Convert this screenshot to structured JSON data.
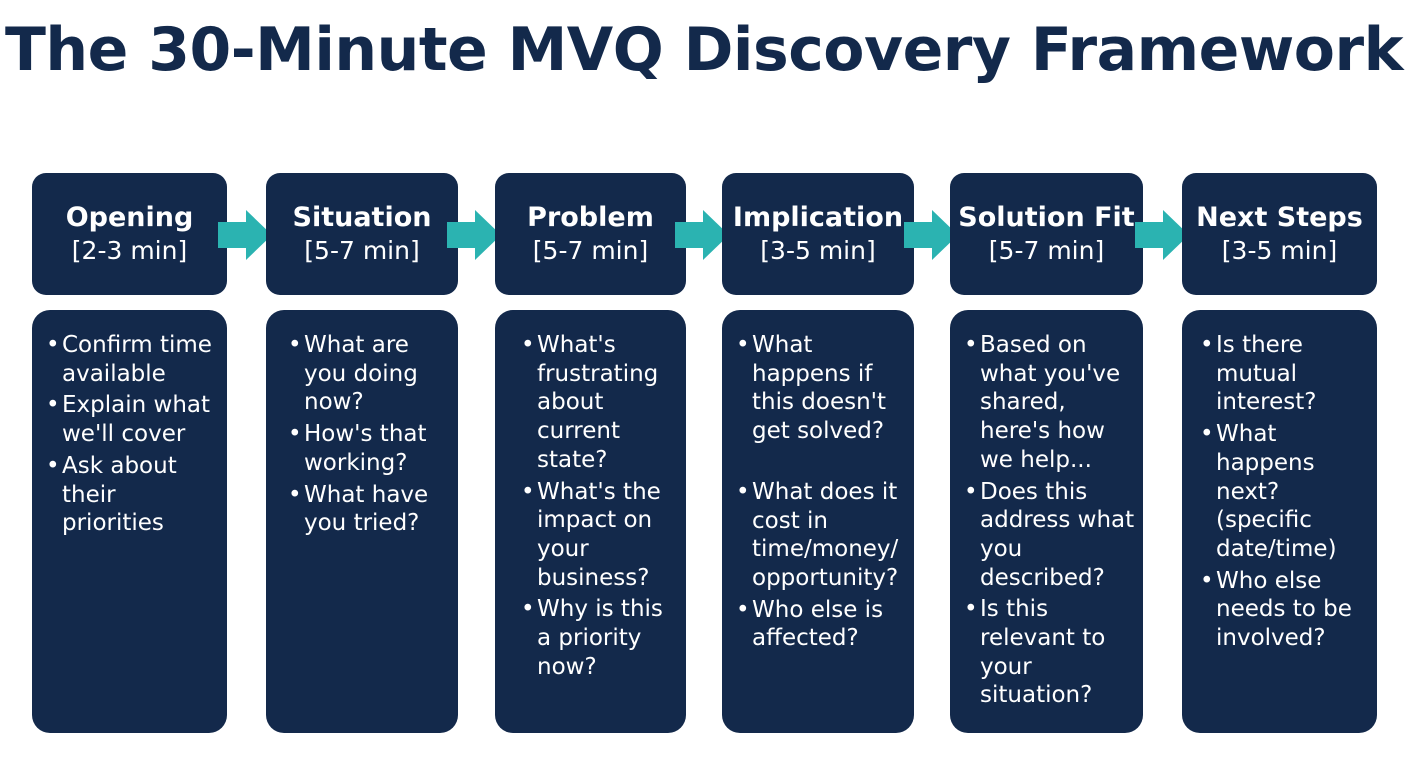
{
  "title": "The 30-Minute MVQ Discovery Framework",
  "colors": {
    "box": "#13294b",
    "arrow": "#2bb3b1",
    "title": "#13294b",
    "text": "#ffffff"
  },
  "stages": [
    {
      "name": "Opening",
      "duration": "[2-3 min]",
      "bullets": [
        "Confirm time available",
        "Explain what we'll cover",
        "Ask about their priorities"
      ]
    },
    {
      "name": "Situation",
      "duration": "[5-7 min]",
      "bullets": [
        "What are you doing now?",
        "How's that working?",
        "What have you tried?"
      ]
    },
    {
      "name": "Problem",
      "duration": "[5-7 min]",
      "bullets": [
        "What's frustrating about current state?",
        "What's the impact on your business?",
        "Why is this a priority now?"
      ]
    },
    {
      "name": "Implication",
      "duration": "[3-5 min]",
      "bullets": [
        "What happens if this doesn't get solved?",
        "What does it cost in time/money/ opportunity?",
        "Who else is affected?"
      ]
    },
    {
      "name": "Solution Fit",
      "duration": "[5-7 min]",
      "bullets": [
        "Based on what you've shared, here's how we help...",
        "Does this address what you described?",
        "Is this relevant to your situation?"
      ]
    },
    {
      "name": "Next Steps",
      "duration": "[3-5 min]",
      "bullets": [
        "Is there mutual interest?",
        "What happens next? (specific date/time)",
        "Who else needs to be involved?"
      ]
    }
  ],
  "arrow_icon": "right-arrow-icon"
}
